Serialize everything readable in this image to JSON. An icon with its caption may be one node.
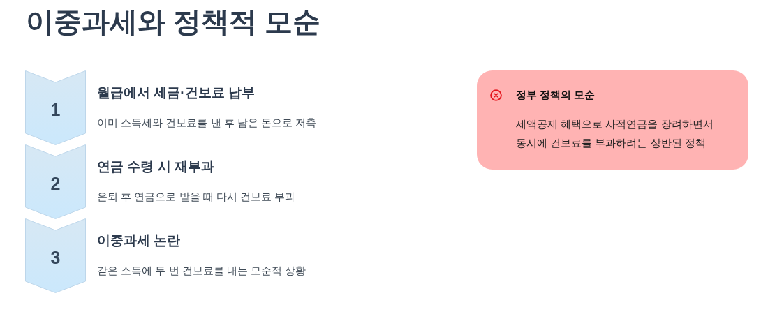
{
  "diagram": {
    "title": "이중과세와 정책적 모순",
    "nodes": [
      {
        "text": [
          "1"
        ],
        "beside": [
          "월급에서 세금·건보료 납부",
          "이미 소득세와 건보료를 낸 후 남은 돈으로 저축"
        ]
      },
      {
        "text": [
          "2"
        ],
        "beside": [
          "연금 수령 시 재부과",
          "은퇴 후 연금으로 받을 때 다시 건보료 부과"
        ]
      },
      {
        "text": [
          "3"
        ],
        "beside": [
          "이중과세 논란",
          "같은 소득에 두 번 건보료를 내는 모순적 상황"
        ]
      },
      {
        "text": [
          "정부 정책의 모순",
          "세액공제 혜택으로 사적연금을 장려하면서 동시에 건보료를 부과하려는 상반된 정책"
        ]
      }
    ]
  }
}
